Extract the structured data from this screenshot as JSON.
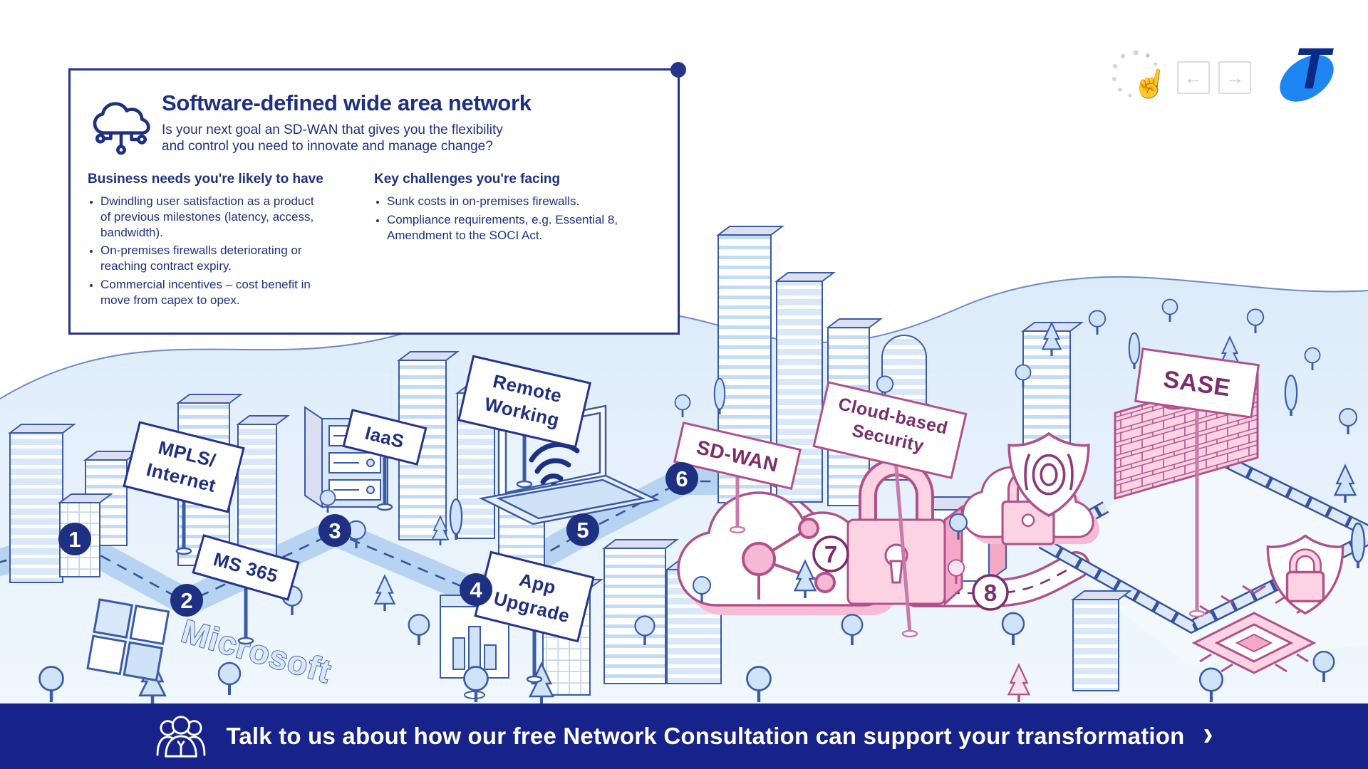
{
  "header": {
    "back_label": "←",
    "forward_label": "→",
    "brand_letter": "T",
    "tap_glyph": "☝"
  },
  "card": {
    "title": "Software-defined wide area network",
    "subtitle_lines": [
      "Is your next goal an SD-WAN that gives you the flexibility",
      "and control you need to innovate and manage change?"
    ],
    "business_heading": "Business needs you're likely to have",
    "business_bullets": [
      "Dwindling user satisfaction as a product of previous milestones (latency, access, bandwidth).",
      "On-premises firewalls deteriorating or reaching contract expiry.",
      "Commercial incentives – cost benefit in move from capex to opex."
    ],
    "challenges_heading": "Key challenges you're facing",
    "challenges_bullets": [
      "Sunk costs in on-premises firewalls.",
      "Compliance requirements, e.g. Essential 8, Amendment to the SOCI Act."
    ]
  },
  "map": {
    "waypoints": [
      "1",
      "2",
      "3",
      "4",
      "5",
      "6",
      "7",
      "8"
    ],
    "signs": {
      "mpls": {
        "line1": "MPLS/",
        "line2": "Internet"
      },
      "ms365": {
        "line1": "MS 365"
      },
      "iaas": {
        "line1": "IaaS"
      },
      "remote": {
        "line1": "Remote",
        "line2": "Working"
      },
      "app": {
        "line1": "App",
        "line2": "Upgrade"
      },
      "sdwan": {
        "line1": "SD-WAN"
      },
      "cloudsec": {
        "line1": "Cloud-based",
        "line2": "Security"
      },
      "sase": {
        "line1": "SASE"
      }
    },
    "microsoft_label": "Microsoft"
  },
  "banner": {
    "text": "Talk to us about how our free Network Consultation can support your transformation",
    "chevron": "›"
  },
  "colors": {
    "navy_text": "#1e3082",
    "card_border": "#27348b",
    "outline_blue": "#3a5ba8",
    "road_blue": "#b6d4f1",
    "pink_stroke": "#b0518c",
    "pink_fill": "#fbd3e2",
    "purple_text": "#7b2d6e",
    "banner_navy": "#17228a",
    "telstra_blue": "#1e86f2",
    "telstra_navy": "#0b2a86"
  }
}
